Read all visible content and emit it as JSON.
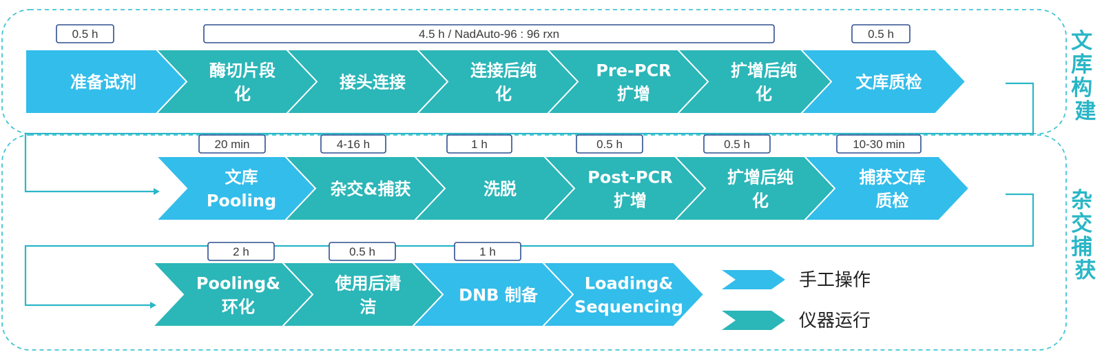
{
  "colors": {
    "manual": "#33BDEA",
    "instrument": "#2BB6B8",
    "group_border": "#3EC5D3",
    "connector": "#2BB6C8",
    "time_box_border": "#2E4E8F",
    "group_label": "#29B6C6"
  },
  "groups": [
    {
      "label": "文库构建"
    },
    {
      "label": "杂交捕获"
    }
  ],
  "rows": [
    {
      "steps": [
        {
          "lines": [
            "准备试剂"
          ],
          "kind": "manual"
        },
        {
          "lines": [
            "酶切片段",
            "化"
          ],
          "kind": "instrument"
        },
        {
          "lines": [
            "接头连接"
          ],
          "kind": "instrument"
        },
        {
          "lines": [
            "连接后纯",
            "化"
          ],
          "kind": "instrument"
        },
        {
          "lines": [
            "Pre-PCR",
            "扩增"
          ],
          "kind": "instrument"
        },
        {
          "lines": [
            "扩增后纯",
            "化"
          ],
          "kind": "instrument"
        },
        {
          "lines": [
            "文库质检"
          ],
          "kind": "manual"
        }
      ],
      "times": [
        "0.5 h",
        "4.5 h / NadAuto-96 : 96 rxn",
        "0.5 h"
      ]
    },
    {
      "steps": [
        {
          "lines": [
            "文库",
            "Pooling"
          ],
          "kind": "manual"
        },
        {
          "lines": [
            "杂交&捕获"
          ],
          "kind": "instrument"
        },
        {
          "lines": [
            "洗脱"
          ],
          "kind": "instrument"
        },
        {
          "lines": [
            "Post-PCR",
            "扩增"
          ],
          "kind": "instrument"
        },
        {
          "lines": [
            "扩增后纯",
            "化"
          ],
          "kind": "instrument"
        },
        {
          "lines": [
            "捕获文库",
            "质检"
          ],
          "kind": "manual"
        }
      ],
      "times": [
        "20 min",
        "4-16 h",
        "1 h",
        "0.5 h",
        "0.5 h",
        "10-30 min"
      ]
    },
    {
      "steps": [
        {
          "lines": [
            "Pooling&",
            "环化"
          ],
          "kind": "instrument"
        },
        {
          "lines": [
            "使用后清",
            "洁"
          ],
          "kind": "instrument"
        },
        {
          "lines": [
            "DNB 制备"
          ],
          "kind": "manual"
        },
        {
          "lines": [
            "Loading&",
            "Sequencing"
          ],
          "kind": "manual"
        }
      ],
      "times": [
        "2 h",
        "0.5 h",
        "1 h"
      ]
    }
  ],
  "legend": [
    {
      "label": "手工操作",
      "kind": "manual"
    },
    {
      "label": "仪器运行",
      "kind": "instrument"
    }
  ]
}
